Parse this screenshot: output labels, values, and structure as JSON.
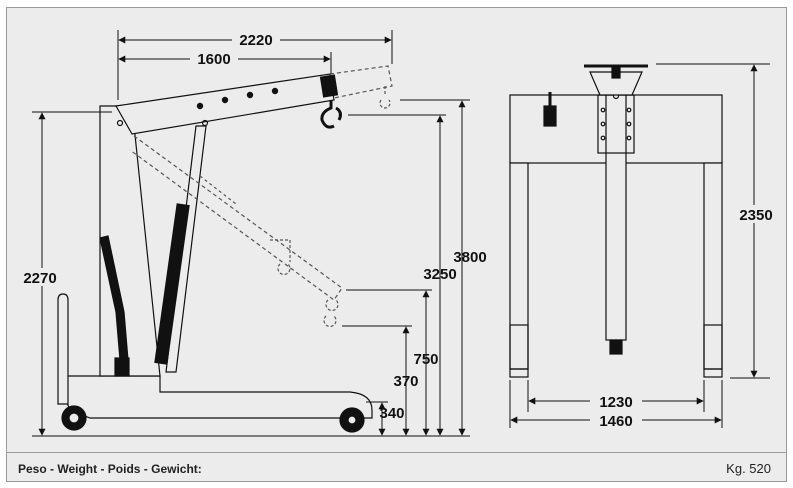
{
  "dimensions": {
    "reach_max": "2220",
    "reach_min": "1600",
    "mast_height": "2270",
    "lift_max": "3800",
    "lift_mid": "3250",
    "low_hook_high": "750",
    "low_hook_low": "370",
    "leg_height": "340",
    "front_height": "2350",
    "inner_width": "1230",
    "outer_width": "1460"
  },
  "footer": {
    "weight_label": "Peso - Weight - Poids - Gewicht:",
    "weight_value": "Kg. 520"
  },
  "colors": {
    "background": "#ececec",
    "line": "#111111",
    "dashed": "#555555"
  }
}
